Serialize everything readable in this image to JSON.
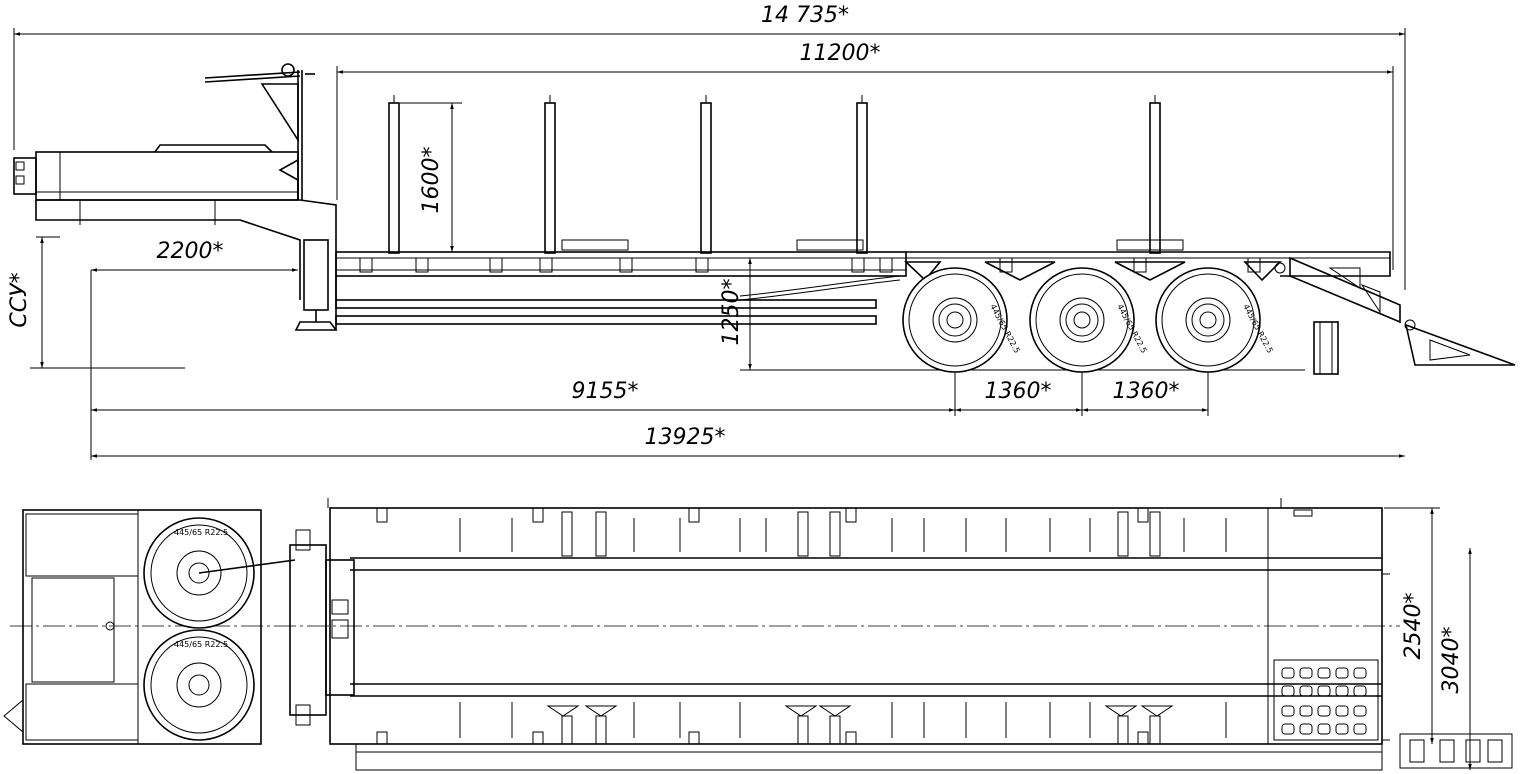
{
  "dimensions": {
    "overall_length": "14 735*",
    "platform_length": "11200*",
    "stake_height": "1600*",
    "kingpin_offset": "2200*",
    "fifth_wheel_height": "ССУ*",
    "deck_height": "1250*",
    "kingpin_to_axle": "9155*",
    "axle_spacing_1": "1360*",
    "axle_spacing_2": "1360*",
    "wheelbase_total": "13925*",
    "inner_width": "2540*",
    "overall_width": "3040*"
  },
  "tire_labels": [
    "445/65 R22.5",
    "445/65 R22.5",
    "445/65 R22.5",
    "445/65 R22.5",
    "445/65 R22.5"
  ]
}
